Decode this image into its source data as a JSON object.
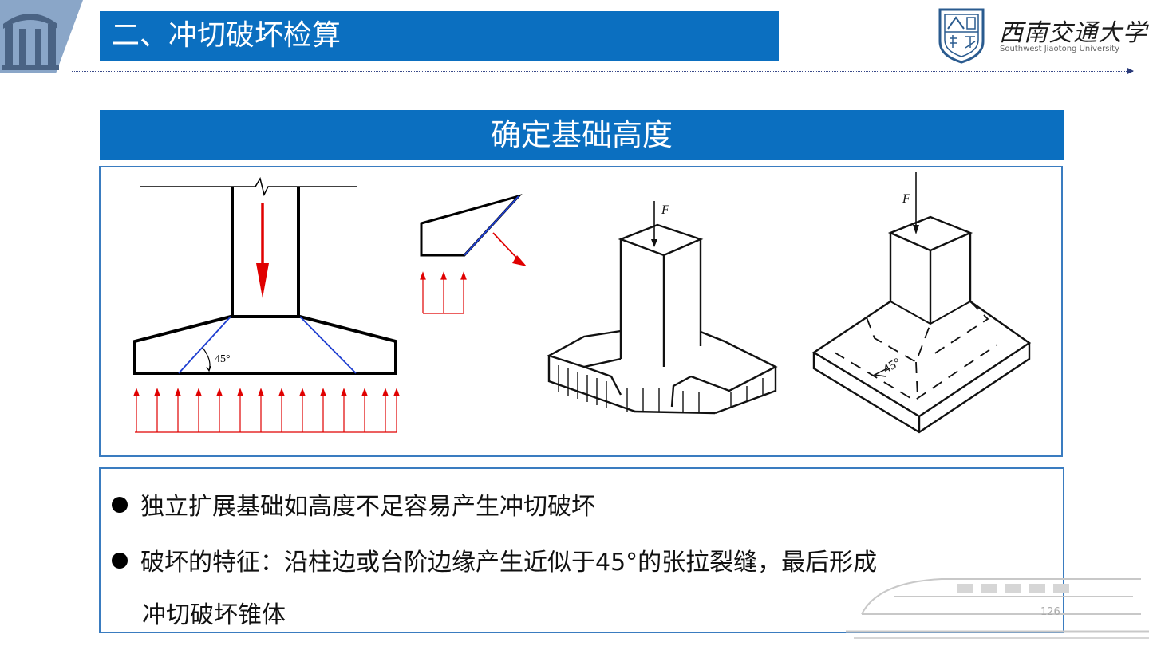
{
  "header": {
    "title": "二、冲切破坏检算",
    "university_cn": "西南交通大学",
    "university_en": "Southwest Jiaotong University"
  },
  "section": {
    "title": "确定基础高度"
  },
  "figure": {
    "angle_label_1": "45°",
    "force_label_1": "F",
    "force_label_2": "F",
    "angle_label_2": "45°"
  },
  "bullets": {
    "item1": "独立扩展基础如高度不足容易产生冲切破坏",
    "item2_line1": "破坏的特征：沿柱边或台阶边缘产生近似于45°的张拉裂缝，最后形成",
    "item2_line2": "冲切破坏锥体"
  },
  "footer": {
    "page_number": "126"
  },
  "colors": {
    "accent_blue": "#0b6fc0",
    "border_blue": "#3a7cc0",
    "force_red": "#e00000",
    "crack_blue": "#1f3fd0"
  },
  "icons": {
    "logo": "university-emblem-icon",
    "corner": "campus-gate-icon",
    "train": "train-watermark-icon"
  }
}
